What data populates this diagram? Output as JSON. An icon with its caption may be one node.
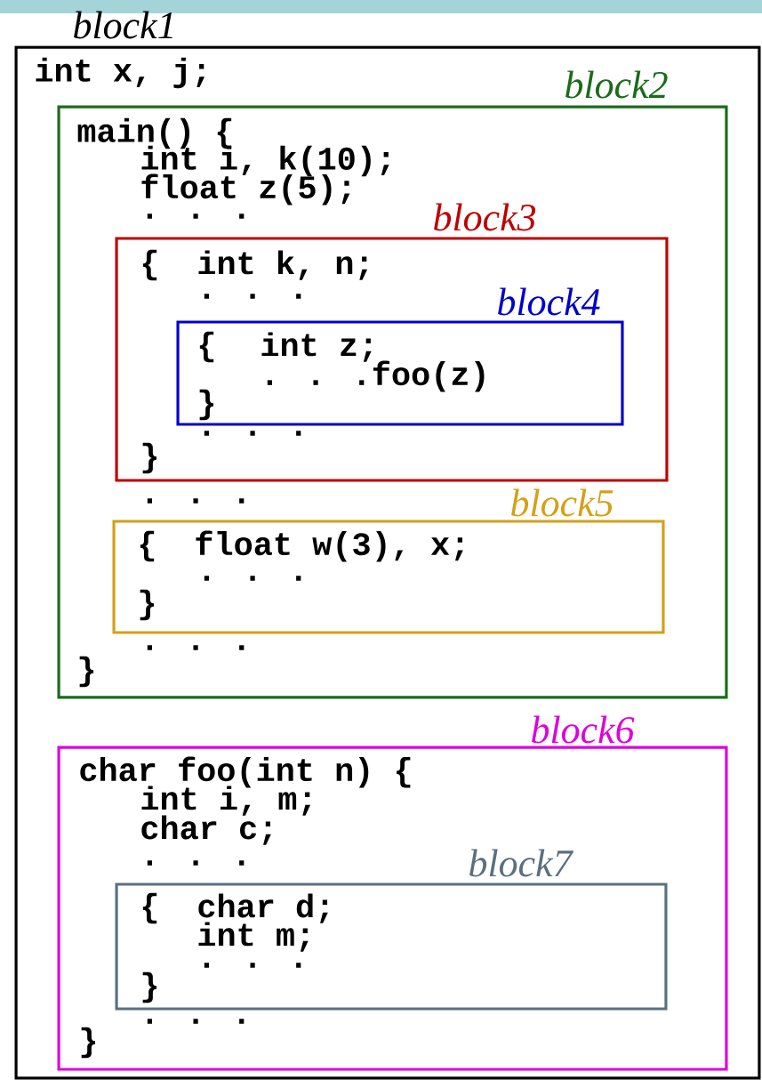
{
  "diagram": {
    "nodes": [
      {
        "text": [
          "block1",
          "int x, j;"
        ]
      },
      {
        "text": [
          "block2",
          "main() {",
          "int i, k(10);",
          "float z(5);",
          ". . .",
          ". . .",
          ". . .",
          "}"
        ],
        "in": 0
      },
      {
        "text": [
          "block3",
          "{",
          "int k, n;",
          ". . .",
          ". . .",
          "}"
        ],
        "in": 1
      },
      {
        "text": [
          "block4",
          "{",
          "int z;",
          ". . .foo(z)",
          "}"
        ],
        "in": 2
      },
      {
        "text": [
          "block5",
          "{",
          "float w(3), x;",
          ". . .",
          "}"
        ],
        "in": 1
      },
      {
        "text": [
          "block6",
          "char foo(int n) {",
          "int i, m;",
          "char c;",
          ". . .",
          ". . .",
          "}"
        ],
        "in": 0
      },
      {
        "text": [
          "block7",
          "{",
          "char d;",
          "int m;",
          ". . .",
          "}"
        ],
        "in": 5
      }
    ]
  }
}
